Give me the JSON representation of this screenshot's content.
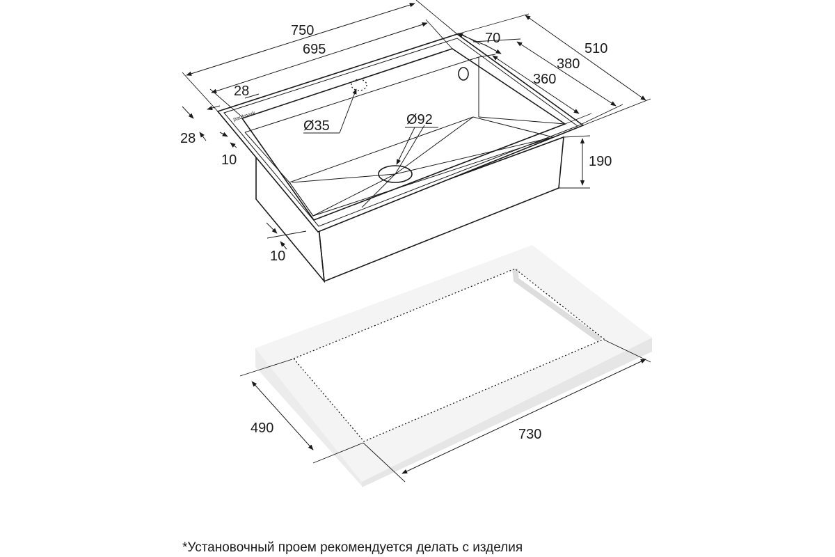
{
  "diagram": {
    "brand": "paulmark",
    "dimensions": {
      "overall_length": "750",
      "bowl_length": "695",
      "overall_width": "510",
      "bowl_width_outer": "380",
      "bowl_width_inner": "360",
      "tap_offset": "70",
      "rim_left": "28",
      "rim_front": "28",
      "rim_thickness_top": "10",
      "rim_thickness_bottom": "10",
      "tap_hole": "Ø35",
      "drain_hole": "Ø92",
      "depth": "190",
      "cutout_width": "490",
      "cutout_length": "730"
    },
    "footnote": "*Установочный проем рекомендуется делать с изделия"
  },
  "colors": {
    "line": "#1a1a1a",
    "countertop_light": "#f3f3f3",
    "countertop_side": "#e9e9e9",
    "background": "#ffffff"
  }
}
